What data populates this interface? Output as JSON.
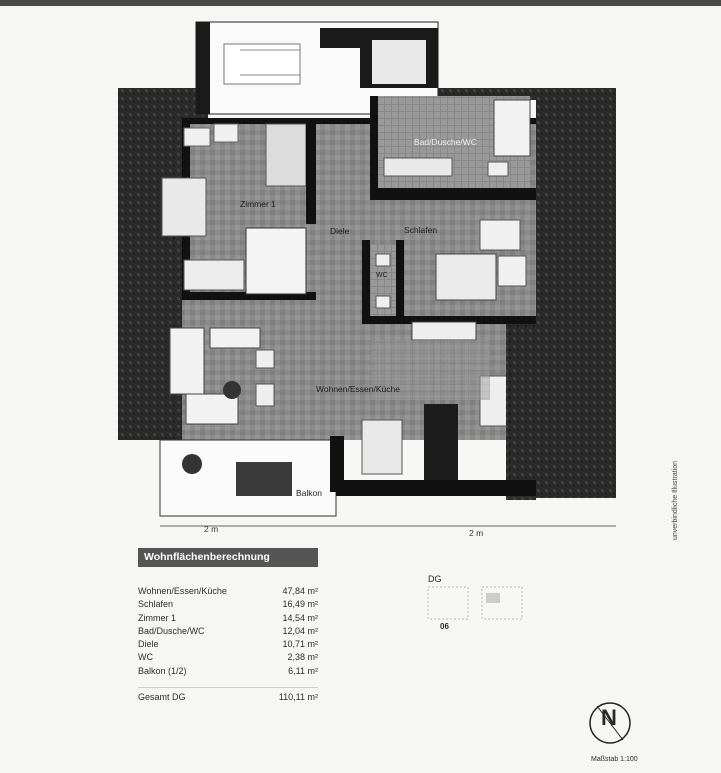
{
  "plan": {
    "rooms": {
      "zimmer1": "Zimmer 1",
      "bad": "Bad/Dusche/WC",
      "diele": "Diele",
      "schlafen": "Schlafen",
      "wc": "WC",
      "wohnen": "Wohnen/Essen/Küche",
      "balkon": "Balkon"
    },
    "scale_left": "2 m",
    "scale_right": "2 m",
    "note_vertical": "unverbindliche Illustration"
  },
  "area_table": {
    "title": "Wohnflächenberechnung",
    "rows": [
      {
        "room": "Wohnen/Essen/Küche",
        "area": "47,84 m²"
      },
      {
        "room": "Schlafen",
        "area": "16,49 m²"
      },
      {
        "room": "Zimmer 1",
        "area": "14,54 m²"
      },
      {
        "room": "Bad/Dusche/WC",
        "area": "12,04 m²"
      },
      {
        "room": "Diele",
        "area": "10,71 m²"
      },
      {
        "room": "WC",
        "area": "2,38 m²"
      },
      {
        "room": "Balkon (1/2)",
        "area": "6,11 m²"
      }
    ],
    "total_label": "Gesamt DG",
    "total_value": "110,11 m²"
  },
  "key_plan": {
    "floor": "DG",
    "unit": "06"
  },
  "compass": {
    "letter": "N",
    "scale": "Maßstab 1:100"
  }
}
